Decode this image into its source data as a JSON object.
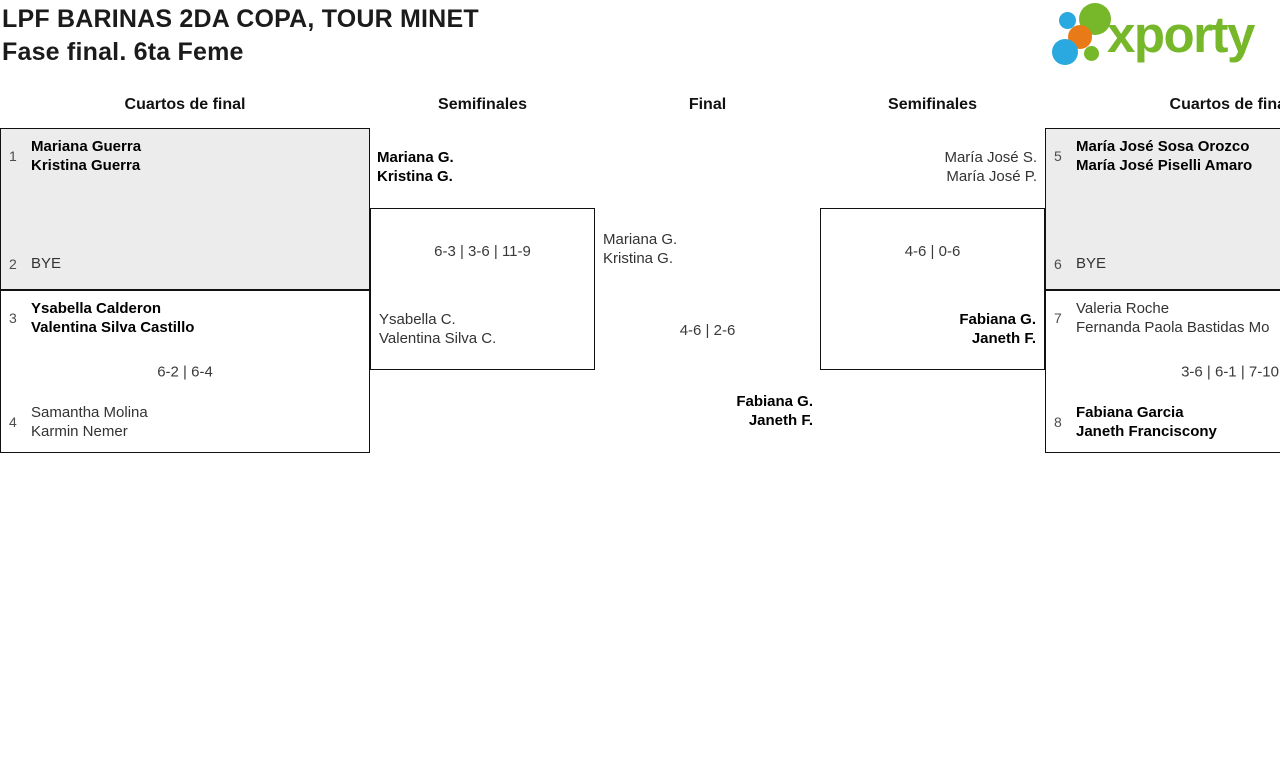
{
  "title": {
    "line1": "LPF BARINAS 2DA COPA, TOUR MINET",
    "line2": "Fase final. 6ta Feme"
  },
  "logo": {
    "text": "xporty",
    "green": "#76b82a",
    "blue": "#29a9e0",
    "orange": "#e87b17"
  },
  "rounds": {
    "qf_left": "Cuartos de final",
    "sf_left": "Semifinales",
    "final": "Final",
    "sf_right": "Semifinales",
    "qf_right": "Cuartos de final"
  },
  "qf_left": {
    "match_top": {
      "seed1": "1",
      "team1_line1": "Mariana Guerra",
      "team1_line2": "Kristina Guerra",
      "seed2": "2",
      "team2_line1": "BYE"
    },
    "match_bottom": {
      "seed1": "3",
      "team1_line1": "Ysabella Calderon",
      "team1_line2": "Valentina Silva Castillo",
      "score": "6-2 | 6-4",
      "seed2": "4",
      "team2_line1": "Samantha Molina",
      "team2_line2": "Karmin Nemer"
    }
  },
  "sf_left": {
    "winner_line1": "Mariana G.",
    "winner_line2": "Kristina G.",
    "score": "6-3 | 3-6 | 11-9",
    "loser_line1": "Ysabella C.",
    "loser_line2": "Valentina Silva C."
  },
  "final": {
    "team_left_line1": "Mariana G.",
    "team_left_line2": "Kristina G.",
    "score": "4-6 | 2-6",
    "winner_line1": "Fabiana G.",
    "winner_line2": "Janeth F."
  },
  "sf_right": {
    "loser_line1": "María José S.",
    "loser_line2": "María José P.",
    "score": "4-6 | 0-6",
    "winner_line1": "Fabiana G.",
    "winner_line2": "Janeth F."
  },
  "qf_right": {
    "match_top": {
      "seed1": "5",
      "team1_line1": "María José Sosa Orozco",
      "team1_line2": "María José Piselli Amaro",
      "seed2": "6",
      "team2_line1": "BYE"
    },
    "match_bottom": {
      "seed1": "7",
      "team1_line1": "Valeria Roche",
      "team1_line2": "Fernanda Paola Bastidas Mo",
      "score": "3-6 | 6-1 | 7-10",
      "seed2": "8",
      "team2_line1": "Fabiana Garcia",
      "team2_line2": "Janeth Franciscony"
    }
  }
}
